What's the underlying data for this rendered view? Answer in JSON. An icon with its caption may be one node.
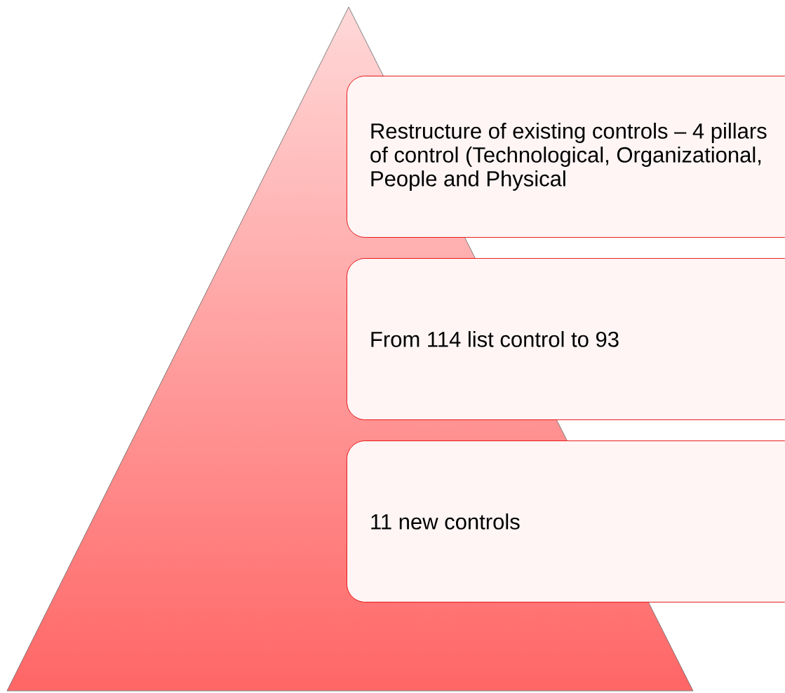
{
  "diagram": {
    "nodes": [
      {
        "text": [],
        "shape": "triangle"
      },
      {
        "text": [
          "Restructure of existing controls – 4 pillars of control (Technological, Organizational, People and Physical"
        ]
      },
      {
        "text": [
          "From 114 list control to 93"
        ]
      },
      {
        "text": [
          "11 new controls"
        ]
      }
    ]
  }
}
